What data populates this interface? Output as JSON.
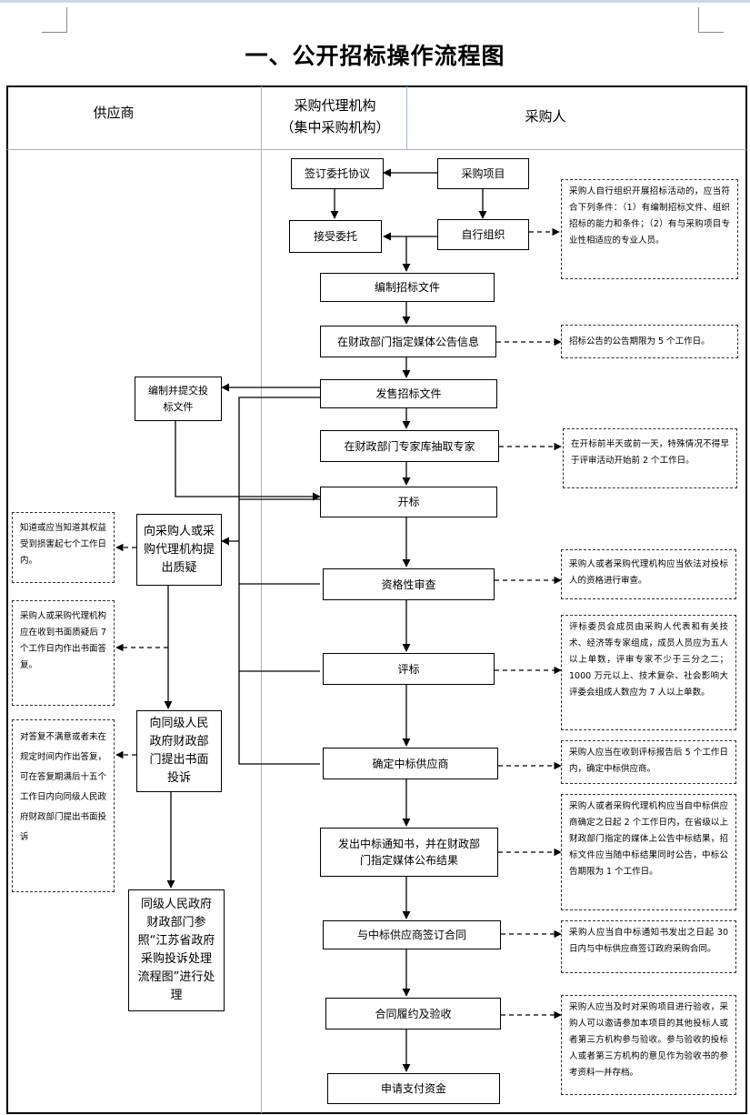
{
  "title": "一、公开招标操作流程图",
  "columns": {
    "supplier": "供应商",
    "agency_line1": "采购代理机构",
    "agency_line2": "（集中采购机构）",
    "purchaser": "采购人"
  },
  "main_flow": {
    "sign_agreement": "签订委托协议",
    "purchase_project": "采购项目",
    "accept_commission": "接受委托",
    "self_organize": "自行组织",
    "prepare_docs": "编制招标文件",
    "publish_notice": "在财政部门指定媒体公告信息",
    "sell_docs": "发售招标文件",
    "draw_experts": "在财政部门专家库抽取专家",
    "open_bids": "开标",
    "qualification": "资格性审查",
    "evaluate": "评标",
    "determine_winner": "确定中标供应商",
    "issue_notice": "发出中标通知书，并在财政部门指定媒体公布结果",
    "sign_contract": "与中标供应商签订合同",
    "perform_accept": "合同履约及验收",
    "apply_payment": "申请支付资金"
  },
  "supplier_flow": {
    "prepare_submit": "编制并提交投标文件",
    "raise_doubt": "向采购人或采购代理机构提出质疑",
    "complain": "向同级人民政府财政部门提出书面投诉",
    "gov_handle": "同级人民政府财政部门参照“江苏省政府采购投诉处理流程图”进行处理"
  },
  "notes": {
    "self_organize": "采购人自行组织开展招标活动的，应当符合下列条件：（1）有编制招标文件、组织招标的能力和条件；（2）有与采购项目专业性相适应的专业人员。",
    "notice_period": "招标公告的公告期限为 5 个工作日。",
    "expert_timing": "在开标前半天或前一天，特殊情况不得早于评审活动开始前 2 个工作日。",
    "qualification_review": "采购人或者采购代理机构应当依法对投标人的资格进行审查。",
    "committee": "评标委员会成员由采购人代表和有关技术、经济等专家组成，成员人员应为五人以上单数，评审专家不少于三分之二；1000 万元以上、技术复杂、社会影响大评委会组成人数应为 7 人以上单数。",
    "winner_timing": "采购人应当在收到评标报告后 5 个工作日内，确定中标供应商。",
    "result_publish": "采购人或者采购代理机构应当自中标供应商确定之日起 2 个工作日内，在省级以上财政部门指定的媒体上公告中标结果，招标文件应当随中标结果同时公告，中标公告期限为 1 个工作日。",
    "contract_timing": "采购人应当自中标通知书发出之日起 30 日内与中标供应商签订政府采购合同。",
    "acceptance": "采购人应当及时对采购项目进行验收，采购人可以邀请参加本项目的其他投标人或者第三方机构参与验收。参与验收的投标人或者第三方机构的意见作为验收书的参考资料一并存档。",
    "doubt_timing": "知道或应当知道其权益受到损害起七个工作日内。",
    "reply_timing": "采购人或采购代理机构应在收到书面质疑后 7 个工作日内作出书面答复。",
    "complaint_timing": "对答复不满意或者未在规定时间内作出答复，可在答复期满后十五个工作日内向同级人民政府财政部门提出书面投诉"
  }
}
